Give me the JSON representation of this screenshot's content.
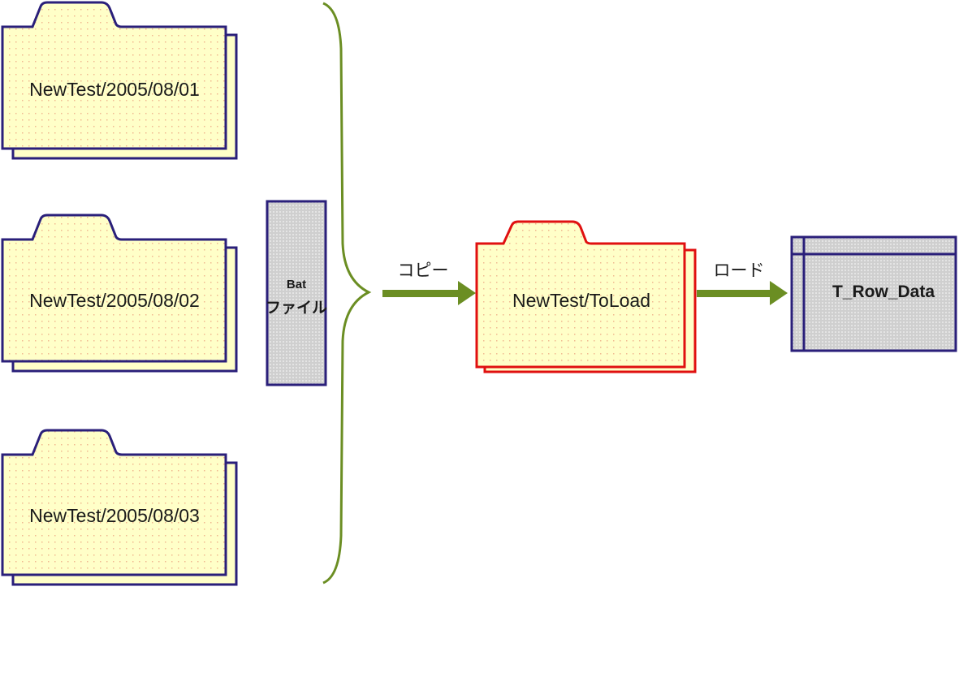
{
  "source_folders": [
    {
      "label": "NewTest/2005/08/01"
    },
    {
      "label": "NewTest/2005/08/02"
    },
    {
      "label": "NewTest/2005/08/03"
    }
  ],
  "bat_file": {
    "line1": "Bat",
    "line2": "ファイル"
  },
  "copy_arrow": {
    "label": "コピー"
  },
  "target_folder": {
    "label": "NewTest/ToLoad"
  },
  "load_arrow": {
    "label": "ロード"
  },
  "table": {
    "label": "T_Row_Data"
  },
  "colors": {
    "folder_fill": "#ffffc8",
    "folder_border": "#2a1f7a",
    "target_border": "#e01010",
    "bat_fill": "#d4d4d4",
    "arrow": "#6b8e23"
  }
}
